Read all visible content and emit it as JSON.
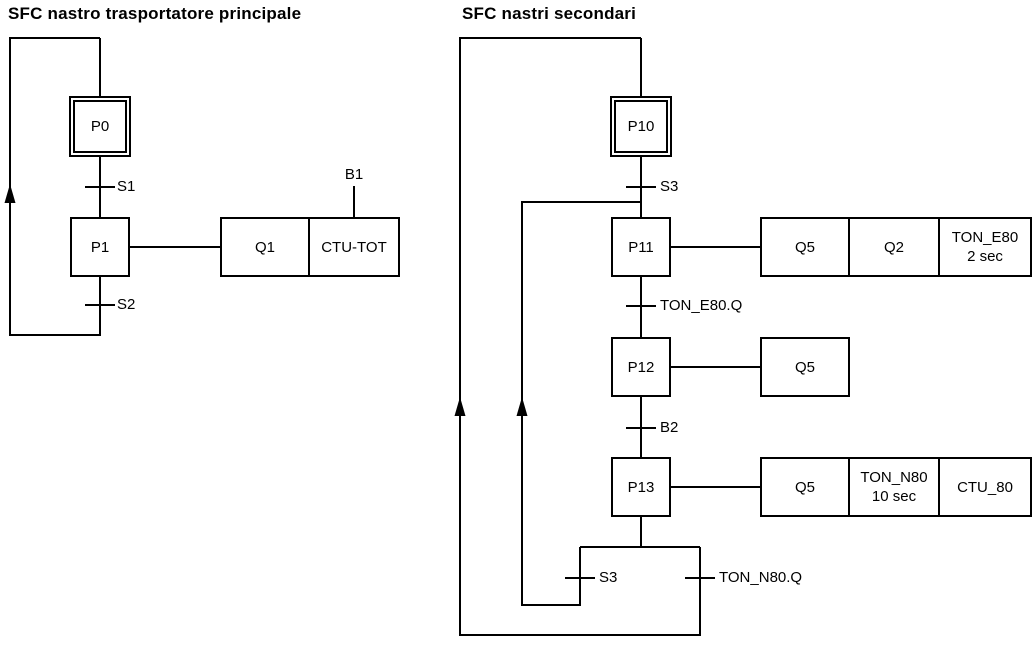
{
  "colors": {
    "line": "#000000",
    "background": "#ffffff",
    "text": "#000000"
  },
  "diagrams": {
    "left": {
      "title": "SFC nastro trasportatore principale",
      "initial_step": "P0",
      "transition_s1": "S1",
      "step_p1": "P1",
      "actions_p1": {
        "q1": "Q1",
        "ctu_tot": "CTU-TOT"
      },
      "label_b1": "B1",
      "transition_s2": "S2"
    },
    "right": {
      "title": "SFC nastri secondari",
      "initial_step": "P10",
      "transition_s3": "S3",
      "step_p11": "P11",
      "actions_p11": {
        "q5": "Q5",
        "q2": "Q2",
        "ton_line1": "TON_E80",
        "ton_line2": "2 sec"
      },
      "transition_ton_e80": "TON_E80.Q",
      "step_p12": "P12",
      "actions_p12": {
        "q5": "Q5"
      },
      "transition_b2": "B2",
      "step_p13": "P13",
      "actions_p13": {
        "q5": "Q5",
        "ton_line1": "TON_N80",
        "ton_line2": "10 sec",
        "ctu_80": "CTU_80"
      },
      "branch": {
        "transition_s3": "S3",
        "transition_ton_n80": "TON_N80.Q"
      }
    }
  }
}
